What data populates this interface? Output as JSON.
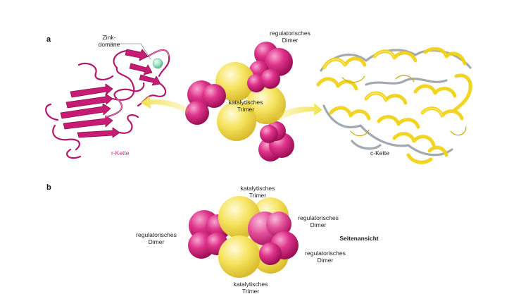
{
  "panels": {
    "a": "a",
    "b": "b"
  },
  "labels": {
    "zinc_domain": "Zink-\ndomäne",
    "regulatory_dimer_top": "regulatorisches\nDimer",
    "catalytic_trimer_a": "katalytisches\nTrimer",
    "r_chain": "r-Kette",
    "c_chain": "c-Kette",
    "catalytic_trimer_b_top": "katalytisches\nTrimer",
    "regulatory_dimer_b_right_top": "regulatorisches\nDimer",
    "side_view": "Seitenansicht",
    "regulatory_dimer_b_left": "regulatorisches\nDimer",
    "regulatory_dimer_b_right_bottom": "regulatorisches\nDimer",
    "catalytic_trimer_b_bottom": "katalytisches\nTrimer"
  },
  "colors": {
    "regulatory": "#d6237e",
    "catalytic": "#f4de52",
    "arrow": "#f2e34a",
    "zinc": "#9fe3c6",
    "r_chain_text": "#d6237e"
  }
}
